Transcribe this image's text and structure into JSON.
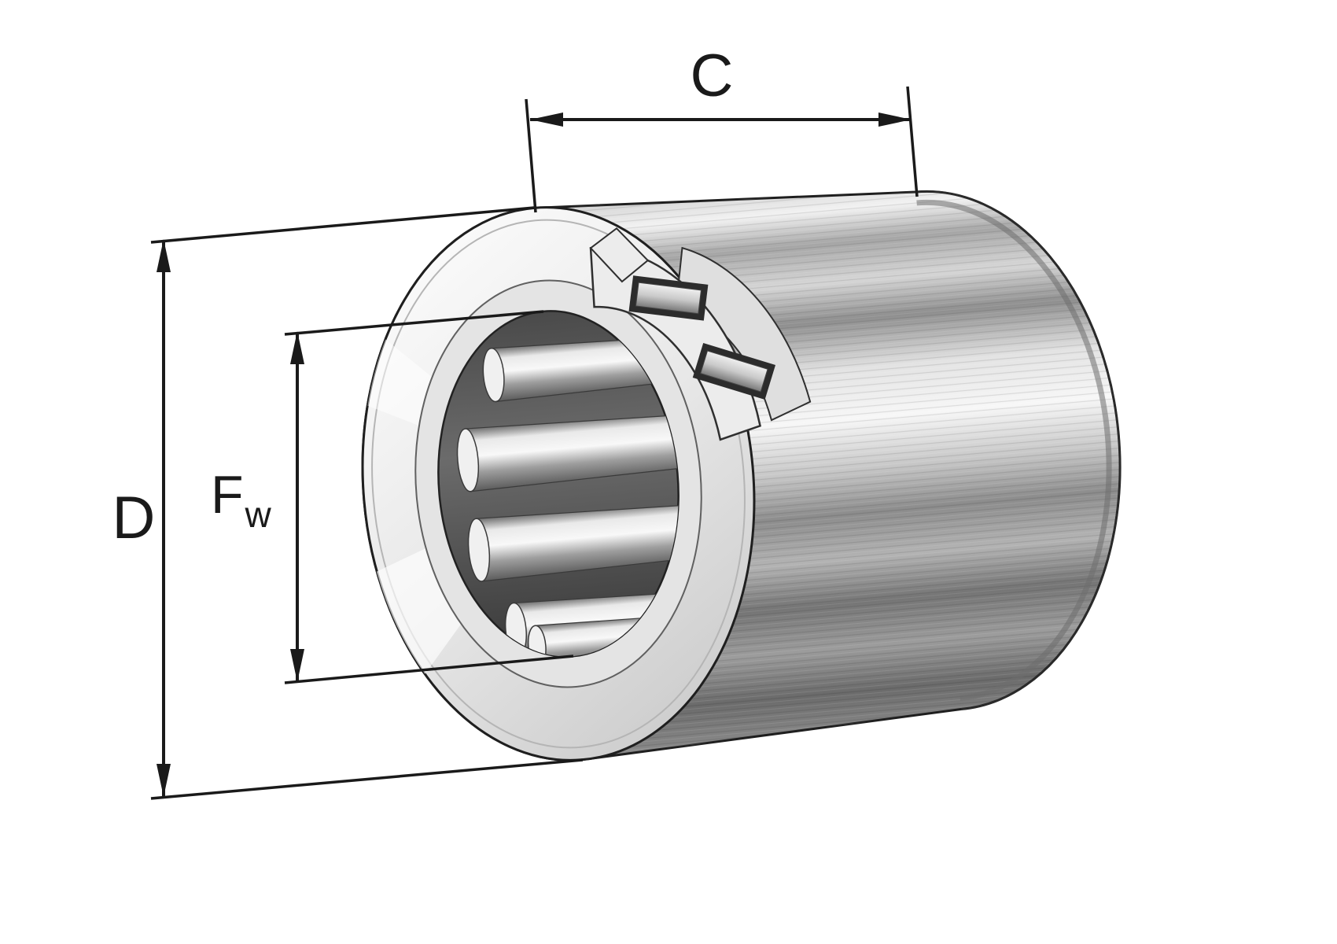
{
  "diagram": {
    "labels": {
      "width": "C",
      "outer_diameter": "D",
      "bore_main": "F",
      "bore_sub": "w"
    },
    "colors": {
      "line": "#1a1a1a",
      "background": "#ffffff",
      "metal_highlight": "#f5f5f5",
      "metal_shadow": "#4a4a4a",
      "front_face": "#e9e9e9",
      "bore": "#3f3f3f",
      "cage": "#ececec"
    }
  }
}
